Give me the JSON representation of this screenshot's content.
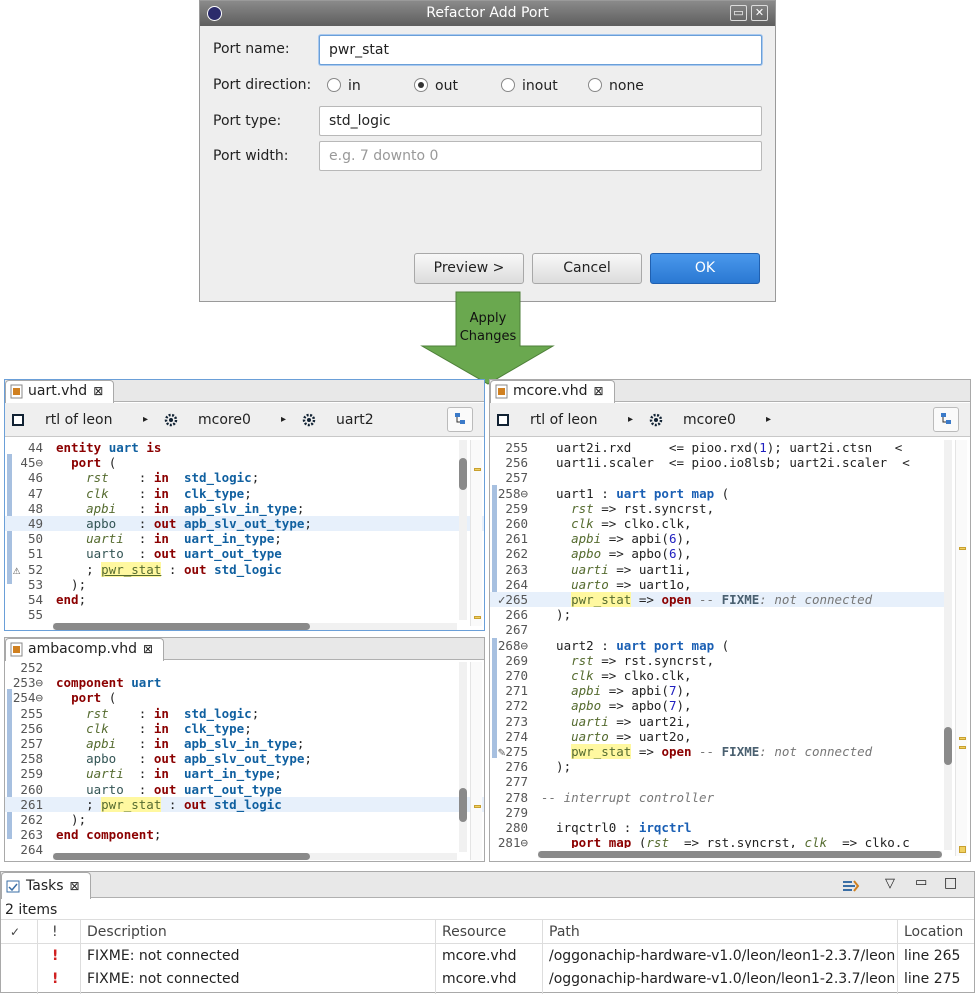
{
  "dialog": {
    "title": "Refactor Add Port",
    "port_name_label": "Port name:",
    "port_name_value": "pwr_stat",
    "port_direction_label": "Port direction:",
    "directions": [
      {
        "label": "in",
        "selected": false
      },
      {
        "label": "out",
        "selected": true
      },
      {
        "label": "inout",
        "selected": false
      },
      {
        "label": "none",
        "selected": false
      }
    ],
    "port_type_label": "Port type:",
    "port_type_value": "std_logic",
    "port_width_label": "Port width:",
    "port_width_placeholder": "e.g. 7 downto 0",
    "preview_label": "Preview >",
    "cancel_label": "Cancel",
    "ok_label": "OK"
  },
  "arrow": {
    "line1": "Apply",
    "line2": "Changes"
  },
  "uart_editor": {
    "tab": "uart.vhd",
    "close_glyph": "⊠",
    "breadcrumb": [
      "rtl of leon",
      "mcore0",
      "uart2"
    ],
    "breadcrumb_sep": "▸"
  },
  "ambacomp_editor": {
    "tab": "ambacomp.vhd",
    "close_glyph": "⊠"
  },
  "mcore_editor": {
    "tab": "mcore.vhd",
    "close_glyph": "⊠",
    "breadcrumb": [
      "rtl of leon",
      "mcore0"
    ],
    "breadcrumb_sep": "▸"
  },
  "tasks": {
    "title": "Tasks",
    "close_glyph": "⊠",
    "count": "2 items",
    "columns": {
      "check": "✓",
      "priority": "!",
      "description": "Description",
      "resource": "Resource",
      "path": "Path",
      "location": "Location"
    },
    "rows": [
      {
        "priority": "!",
        "description": "FIXME: not connected",
        "resource": "mcore.vhd",
        "path": "/oggonachip-hardware-v1.0/leon/leon1-2.3.7/leon",
        "location": "line 265"
      },
      {
        "priority": "!",
        "description": "FIXME: not connected",
        "resource": "mcore.vhd",
        "path": "/oggonachip-hardware-v1.0/leon/leon1-2.3.7/leon",
        "location": "line 275"
      }
    ],
    "menu_glyph": "▽",
    "min_glyph": "▭",
    "max_glyph": "□"
  },
  "colors": {
    "accent": "#2f7fd9",
    "arrow_green": "#6aa84f",
    "highlight": "#fff8a0",
    "keyword": "#8b0000",
    "type": "#1060a0"
  }
}
